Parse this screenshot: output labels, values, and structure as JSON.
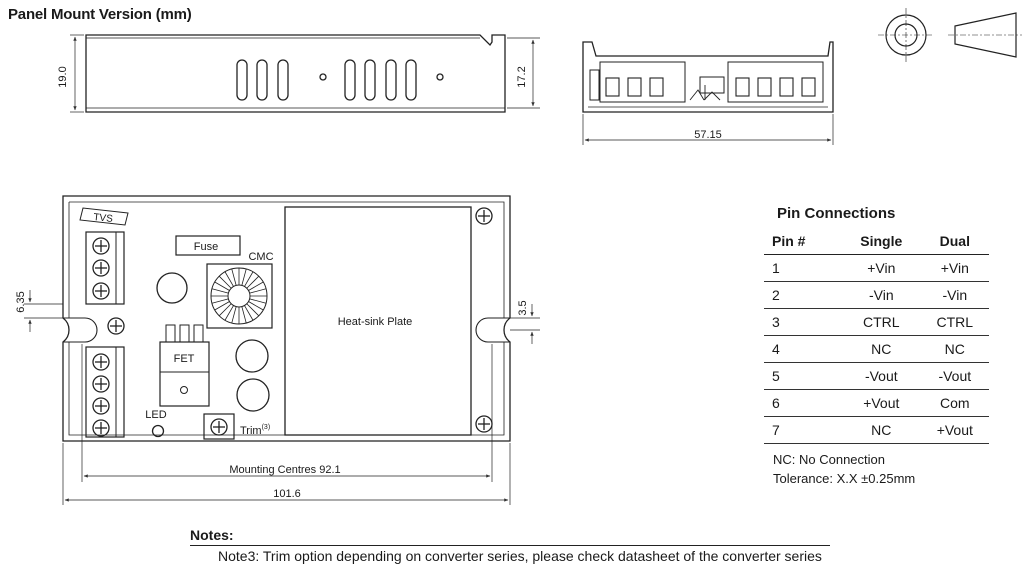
{
  "header": {
    "title": "Panel Mount Version (mm)"
  },
  "side_view": {
    "height_label": "19.0",
    "inner_height_label": "17.2"
  },
  "end_view": {
    "width_label": "57.15"
  },
  "top_view": {
    "tvs_label": "TVS",
    "fuse_label": "Fuse",
    "cmc_label": "CMC",
    "fet_label": "FET",
    "led_label": "LED",
    "trim_label": "Trim",
    "trim_superscript": "(3)",
    "heatsink_label": "Heat-sink Plate",
    "dim_left": "6.35",
    "dim_right": "3.5",
    "mounting_centres": "Mounting Centres 92.1",
    "overall_width": "101.6"
  },
  "pin_connections": {
    "title": "Pin Connections",
    "headers": [
      "Pin #",
      "Single",
      "Dual"
    ],
    "rows": [
      [
        "1",
        "+Vin",
        "+Vin"
      ],
      [
        "2",
        "-Vin",
        "-Vin"
      ],
      [
        "3",
        "CTRL",
        "CTRL"
      ],
      [
        "4",
        "NC",
        "NC"
      ],
      [
        "5",
        "-Vout",
        "-Vout"
      ],
      [
        "6",
        "+Vout",
        "Com"
      ],
      [
        "7",
        "NC",
        "+Vout"
      ]
    ],
    "legend": [
      "NC: No Connection",
      "Tolerance: X.X ±0.25mm"
    ]
  },
  "notes": {
    "title": "Notes:",
    "note3": "Note3:  Trim option depending on converter series, please check datasheet of the converter series"
  }
}
